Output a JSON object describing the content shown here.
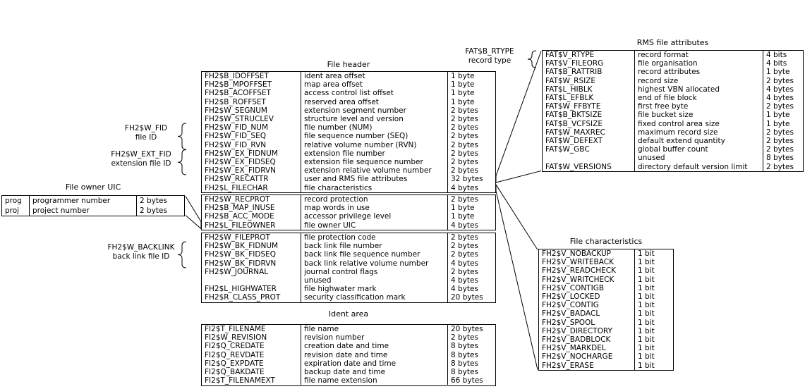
{
  "titles": {
    "file_header": "File header",
    "ident_area": "Ident area",
    "rms_attributes": "RMS file attributes",
    "file_characteristics": "File characteristics",
    "file_owner_uic": "File owner UIC"
  },
  "group_labels": {
    "fid": [
      "FH2$W_FID",
      "file ID"
    ],
    "ext_fid": [
      "FH2$W_EXT_FID",
      "extension file ID"
    ],
    "backlink": [
      "FH2$W_BACKLINK",
      "back link file ID"
    ],
    "rtype": [
      "FAT$B_RTYPE",
      "record type"
    ]
  },
  "file_header": {
    "part1": [
      [
        "FH2$B_IDOFFSET",
        "ident area offset",
        "1 byte"
      ],
      [
        "FH2$B_MPOFFSET",
        "map area offset",
        "1 byte"
      ],
      [
        "FH2$B_ACOFFSET",
        "access control list offset",
        "1 byte"
      ],
      [
        "FH2$B_ROFFSET",
        "reserved area offset",
        "1 byte"
      ],
      [
        "FH2$W_SEGNUM",
        "extension segment number",
        "2 bytes"
      ],
      [
        "FH2$W_STRUCLEV",
        "structure level and version",
        "2 bytes"
      ],
      [
        "FH2$W_FID_NUM",
        "file number (NUM)",
        "2 bytes"
      ],
      [
        "FH2$W_FID_SEQ",
        "file sequence number (SEQ)",
        "2 bytes"
      ],
      [
        "FH2$W_FID_RVN",
        "relative volume number (RVN)",
        "2 bytes"
      ],
      [
        "FH2$W_EX_FIDNUM",
        "extension file number",
        "2 bytes"
      ],
      [
        "FH2$W_EX_FIDSEQ",
        "extension file sequence number",
        "2 bytes"
      ],
      [
        "FH2$W_EX_FIDRVN",
        "extension relative volume number",
        "2 bytes"
      ],
      [
        "FH2$W_RECATTR",
        "user and RMS file attributes",
        "32 bytes"
      ],
      [
        "FH2$L_FILECHAR",
        "file characteristics",
        "4 bytes"
      ]
    ],
    "part2": [
      [
        "FH2$W_RECPROT",
        "record protection",
        "2 bytes"
      ],
      [
        "FH2$B_MAP_INUSE",
        "map words in use",
        "1 byte"
      ],
      [
        "FH2$B_ACC_MODE",
        "accessor privilege level",
        "1 byte"
      ],
      [
        "FH2$L_FILEOWNER",
        "file owner UIC",
        "4 bytes"
      ]
    ],
    "part3": [
      [
        "FH2$W_FILEPROT",
        "file protection code",
        "2 bytes"
      ],
      [
        "FH2$W_BK_FIDNUM",
        "back link file number",
        "2 bytes"
      ],
      [
        "FH2$W_BK_FIDSEQ",
        "back link file sequence number",
        "2 bytes"
      ],
      [
        "FH2$W_BK_FIDRVN",
        "back link relative volume number",
        "4 bytes"
      ],
      [
        "FH2$W_JOURNAL",
        "journal control flags",
        "2 bytes"
      ],
      [
        "",
        "unused",
        "4 bytes"
      ],
      [
        "FH2$L_HIGHWATER",
        "file highwater mark",
        "4 bytes"
      ],
      [
        "FH2$R_CLASS_PROT",
        "security classification mark",
        "20 bytes"
      ]
    ]
  },
  "ident_area": [
    [
      "FI2$T_FILENAME",
      "file name",
      "20 bytes"
    ],
    [
      "FI2$W_REVISION",
      "revision number",
      "2 bytes"
    ],
    [
      "FI2$Q_CREDATE",
      "creation date and time",
      "8 bytes"
    ],
    [
      "FI2$Q_REVDATE",
      "revision date and time",
      "8 bytes"
    ],
    [
      "FI2$Q_EXPDATE",
      "expiration date and time",
      "8 bytes"
    ],
    [
      "FI2$Q_BAKDATE",
      "backup date and time",
      "8 bytes"
    ],
    [
      "FI2$T_FILENAMEXT",
      "file name extension",
      "66 bytes"
    ]
  ],
  "rms_attributes": [
    [
      "FAT$V_RTYPE",
      "record format",
      "4 bits"
    ],
    [
      "FAT$V_FILEORG",
      "file organisation",
      "4 bits"
    ],
    [
      "FAT$B_RATTRIB",
      "record attributes",
      "1 byte"
    ],
    [
      "FAT$W_RSIZE",
      "record size",
      "2 bytes"
    ],
    [
      "FAT$L_HIBLK",
      "highest VBN allocated",
      "4 bytes"
    ],
    [
      "FAT$L_EFBLK",
      "end of file block",
      "4 bytes"
    ],
    [
      "FAT$W_FFBYTE",
      "first free byte",
      "2 bytes"
    ],
    [
      "FAT$B_BKTSIZE",
      "file bucket size",
      "1 byte"
    ],
    [
      "FAT$B_VCFSIZE",
      "fixed control area size",
      "1 byte"
    ],
    [
      "FAT$W_MAXREC",
      "maximum record size",
      "2 bytes"
    ],
    [
      "FAT$W_DEFEXT",
      "default extend quantity",
      "2 bytes"
    ],
    [
      "FAT$W_GBC",
      "global buffer count",
      "2 bytes"
    ],
    [
      "",
      "unused",
      "8 bytes"
    ],
    [
      "FAT$W_VERSIONS",
      "directory default version limit",
      "2 bytes"
    ]
  ],
  "file_characteristics": [
    [
      "FH2$V_NOBACKUP",
      "1 bit"
    ],
    [
      "FH2$V_WRITEBACK",
      "1 bit"
    ],
    [
      "FH2$V_READCHECK",
      "1 bit"
    ],
    [
      "FH2$V_WRITCHECK",
      "1 bit"
    ],
    [
      "FH2$V_CONTIGB",
      "1 bit"
    ],
    [
      "FH2$V_LOCKED",
      "1 bit"
    ],
    [
      "FH2$V_CONTIG",
      "1 bit"
    ],
    [
      "FH2$V_BADACL",
      "1 bit"
    ],
    [
      "FH2$V_SPOOL",
      "1 bit"
    ],
    [
      "FH2$V_DIRECTORY",
      "1 bit"
    ],
    [
      "FH2$V_BADBLOCK",
      "1 bit"
    ],
    [
      "FH2$V_MARKDEL",
      "1 bit"
    ],
    [
      "FH2$V_NOCHARGE",
      "1 bit"
    ],
    [
      "FH2$V_ERASE",
      "1 bit"
    ]
  ],
  "file_owner_uic": [
    [
      "prog",
      "programmer number",
      "2 bytes"
    ],
    [
      "proj",
      "project number",
      "2 bytes"
    ]
  ]
}
